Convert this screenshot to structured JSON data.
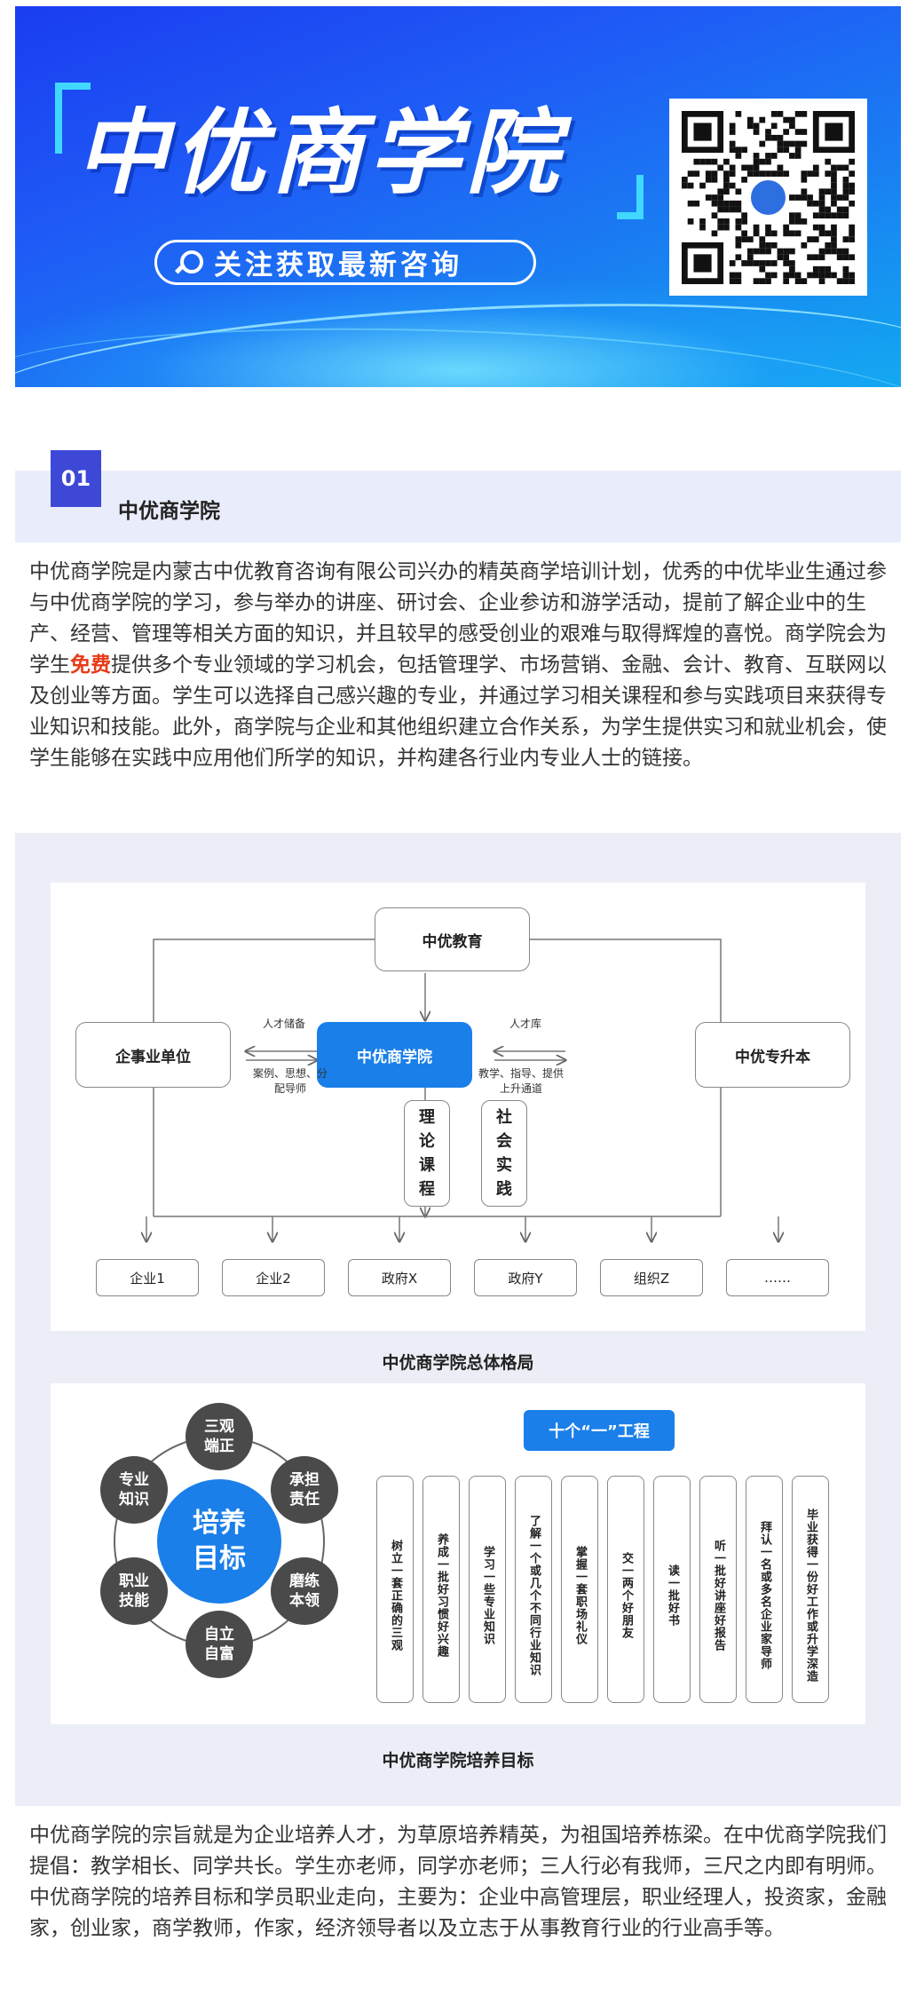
{
  "banner": {
    "title": "中优商学院",
    "follow_label": "关注获取最新咨询",
    "qr_label": "二维码"
  },
  "section": {
    "number": "01",
    "title": "中优商学院"
  },
  "intro": {
    "part1": "中优商学院是内蒙古中优教育咨询有限公司兴办的精英商学培训计划，优秀的中优毕业生通过参与中优商学院的学习，参与举办的讲座、研讨会、企业参访和游学活动，提前了解企业中的生产、经营、管理等相关方面的知识，并且较早的感受创业的艰难与取得辉煌的喜悦。商学院会为学生",
    "highlight": "免费",
    "part2": "提供多个专业领域的学习机会，包括管理学、市场营销、金融、会计、教育、互联网以及创业等方面。学生可以选择自己感兴趣的专业，并通过学习相关课程和参与实践项目来获得专业知识和技能。此外，商学院与企业和其他组织建立合作关系，为学生提供实习和就业机会，使学生能够在实践中应用他们所学的知识，并构建各行业内专业人士的链接。"
  },
  "structure": {
    "caption": "中优商学院总体格局",
    "top": "中优教育",
    "center": "中优商学院",
    "left": "企事业单位",
    "right": "中优专升本",
    "left_top_label": "人才储备",
    "left_bottom_label": "案例、思想、分配导师",
    "right_top_label": "人才库",
    "right_bottom_label": "教学、指导、提供上升通道",
    "theory": [
      "理",
      "论",
      "课",
      "程"
    ],
    "practice": [
      "社",
      "会",
      "实",
      "践"
    ],
    "bottom": [
      "企业1",
      "企业2",
      "政府X",
      "政府Y",
      "组织Z",
      "……"
    ]
  },
  "goals": {
    "caption": "中优商学院培养目标",
    "center": [
      "培养",
      "目标"
    ],
    "nodes": [
      [
        "三观",
        "端正"
      ],
      [
        "承担",
        "责任"
      ],
      [
        "磨练",
        "本领"
      ],
      [
        "自立",
        "自富"
      ],
      [
        "职业",
        "技能"
      ],
      [
        "专业",
        "知识"
      ]
    ],
    "ten_title": "十个“一”工程",
    "ten_items": [
      "树立一套正确的三观",
      "养成一批好习惯好兴趣",
      "学习一些专业知识",
      "了解一个或几个不同行业知识",
      "掌握一套职场礼仪",
      "交一两个好朋友",
      "读一批好书",
      "听一批好讲座好报告",
      "拜认一名或多名企业家导师",
      "毕业获得一份好工作或升学深造"
    ]
  },
  "closing": "中优商学院的宗旨就是为企业培养人才，为草原培养精英，为祖国培养栋梁。在中优商学院我们提倡：教学相长、同学共长。学生亦老师，同学亦老师；三人行必有我师，三尺之内即有明师。中优商学院的培养目标和学员职业走向，主要为：企业中高管理层，职业经理人，投资家，金融家，创业家，商学教师，作家，经济领导者以及立志于从事教育行业的行业高手等。"
}
